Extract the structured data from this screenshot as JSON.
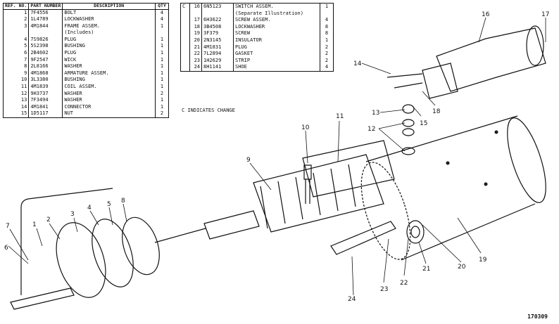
{
  "left_table": {
    "headers": [
      "REF. NO.",
      "PART NUMBER",
      "DESCRIPTION",
      "QTY"
    ],
    "rows": [
      {
        "ref": "1",
        "part": "7F4556",
        "desc": "BOLT",
        "qty": "4"
      },
      {
        "ref": "2",
        "part": "1L4789",
        "desc": "LOCKWASHER",
        "qty": "4"
      },
      {
        "ref": "3",
        "part": "4M1844",
        "desc": "FRAME ASSEM.",
        "qty": "1"
      },
      {
        "ref": "",
        "part": "",
        "desc": "(Includes)",
        "qty": ""
      },
      {
        "ref": "4",
        "part": "7S9826",
        "desc": "PLUG",
        "qty": "1"
      },
      {
        "ref": "5",
        "part": "5S2398",
        "desc": "BUSHING",
        "qty": "1"
      },
      {
        "ref": "6",
        "part": "2B4602",
        "desc": "PLUG",
        "qty": "1"
      },
      {
        "ref": "7",
        "part": "9F2547",
        "desc": "WICK",
        "qty": "1"
      },
      {
        "ref": "8",
        "part": "2L8166",
        "desc": "WASHER",
        "qty": "1"
      },
      {
        "ref": "9",
        "part": "4M1868",
        "desc": "ARMATURE ASSEM.",
        "qty": "1"
      },
      {
        "ref": "10",
        "part": "3L3380",
        "desc": "BUSHING",
        "qty": "1"
      },
      {
        "ref": "11",
        "part": "4M1839",
        "desc": "COIL ASSEM.",
        "qty": "1"
      },
      {
        "ref": "12",
        "part": "9H3737",
        "desc": "WASHER",
        "qty": "2"
      },
      {
        "ref": "13",
        "part": "7F3494",
        "desc": "WASHER",
        "qty": "1"
      },
      {
        "ref": "14",
        "part": "4M1841",
        "desc": "CONNECTOR",
        "qty": "1"
      },
      {
        "ref": "15",
        "part": "1D5117",
        "desc": "NUT",
        "qty": "2"
      }
    ]
  },
  "right_table": {
    "rows": [
      {
        "mark": "C",
        "ref": "16",
        "part": "6N5123",
        "desc": "SWITCH ASSEM.",
        "qty": "1"
      },
      {
        "mark": "",
        "ref": "",
        "part": "",
        "desc": "(Separate Illustration)",
        "qty": ""
      },
      {
        "mark": "",
        "ref": "17",
        "part": "6H3622",
        "desc": "SCREW ASSEM.",
        "qty": "4"
      },
      {
        "mark": "",
        "ref": "18",
        "part": "3B4508",
        "desc": "LOCKWASHER",
        "qty": "8"
      },
      {
        "mark": "",
        "ref": "19",
        "part": "3F379",
        "desc": "SCREW",
        "qty": "8"
      },
      {
        "mark": "",
        "ref": "20",
        "part": "2N3145",
        "desc": "INSULATOR",
        "qty": "1"
      },
      {
        "mark": "",
        "ref": "21",
        "part": "4M1831",
        "desc": "PLUG",
        "qty": "2"
      },
      {
        "mark": "",
        "ref": "22",
        "part": "7L2894",
        "desc": "GASKET",
        "qty": "2"
      },
      {
        "mark": "",
        "ref": "23",
        "part": "1H2629",
        "desc": "STRIP",
        "qty": "2"
      },
      {
        "mark": "",
        "ref": "24",
        "part": "8H1141",
        "desc": "SHOE",
        "qty": "4"
      }
    ]
  },
  "note": "C INDICATES CHANGE",
  "figure_number": "170309",
  "callouts": [
    "1",
    "2",
    "3",
    "4",
    "5",
    "6",
    "7",
    "8",
    "9",
    "10",
    "11",
    "12",
    "13",
    "14",
    "15",
    "16",
    "17",
    "18",
    "19",
    "20",
    "21",
    "22",
    "23",
    "24"
  ]
}
